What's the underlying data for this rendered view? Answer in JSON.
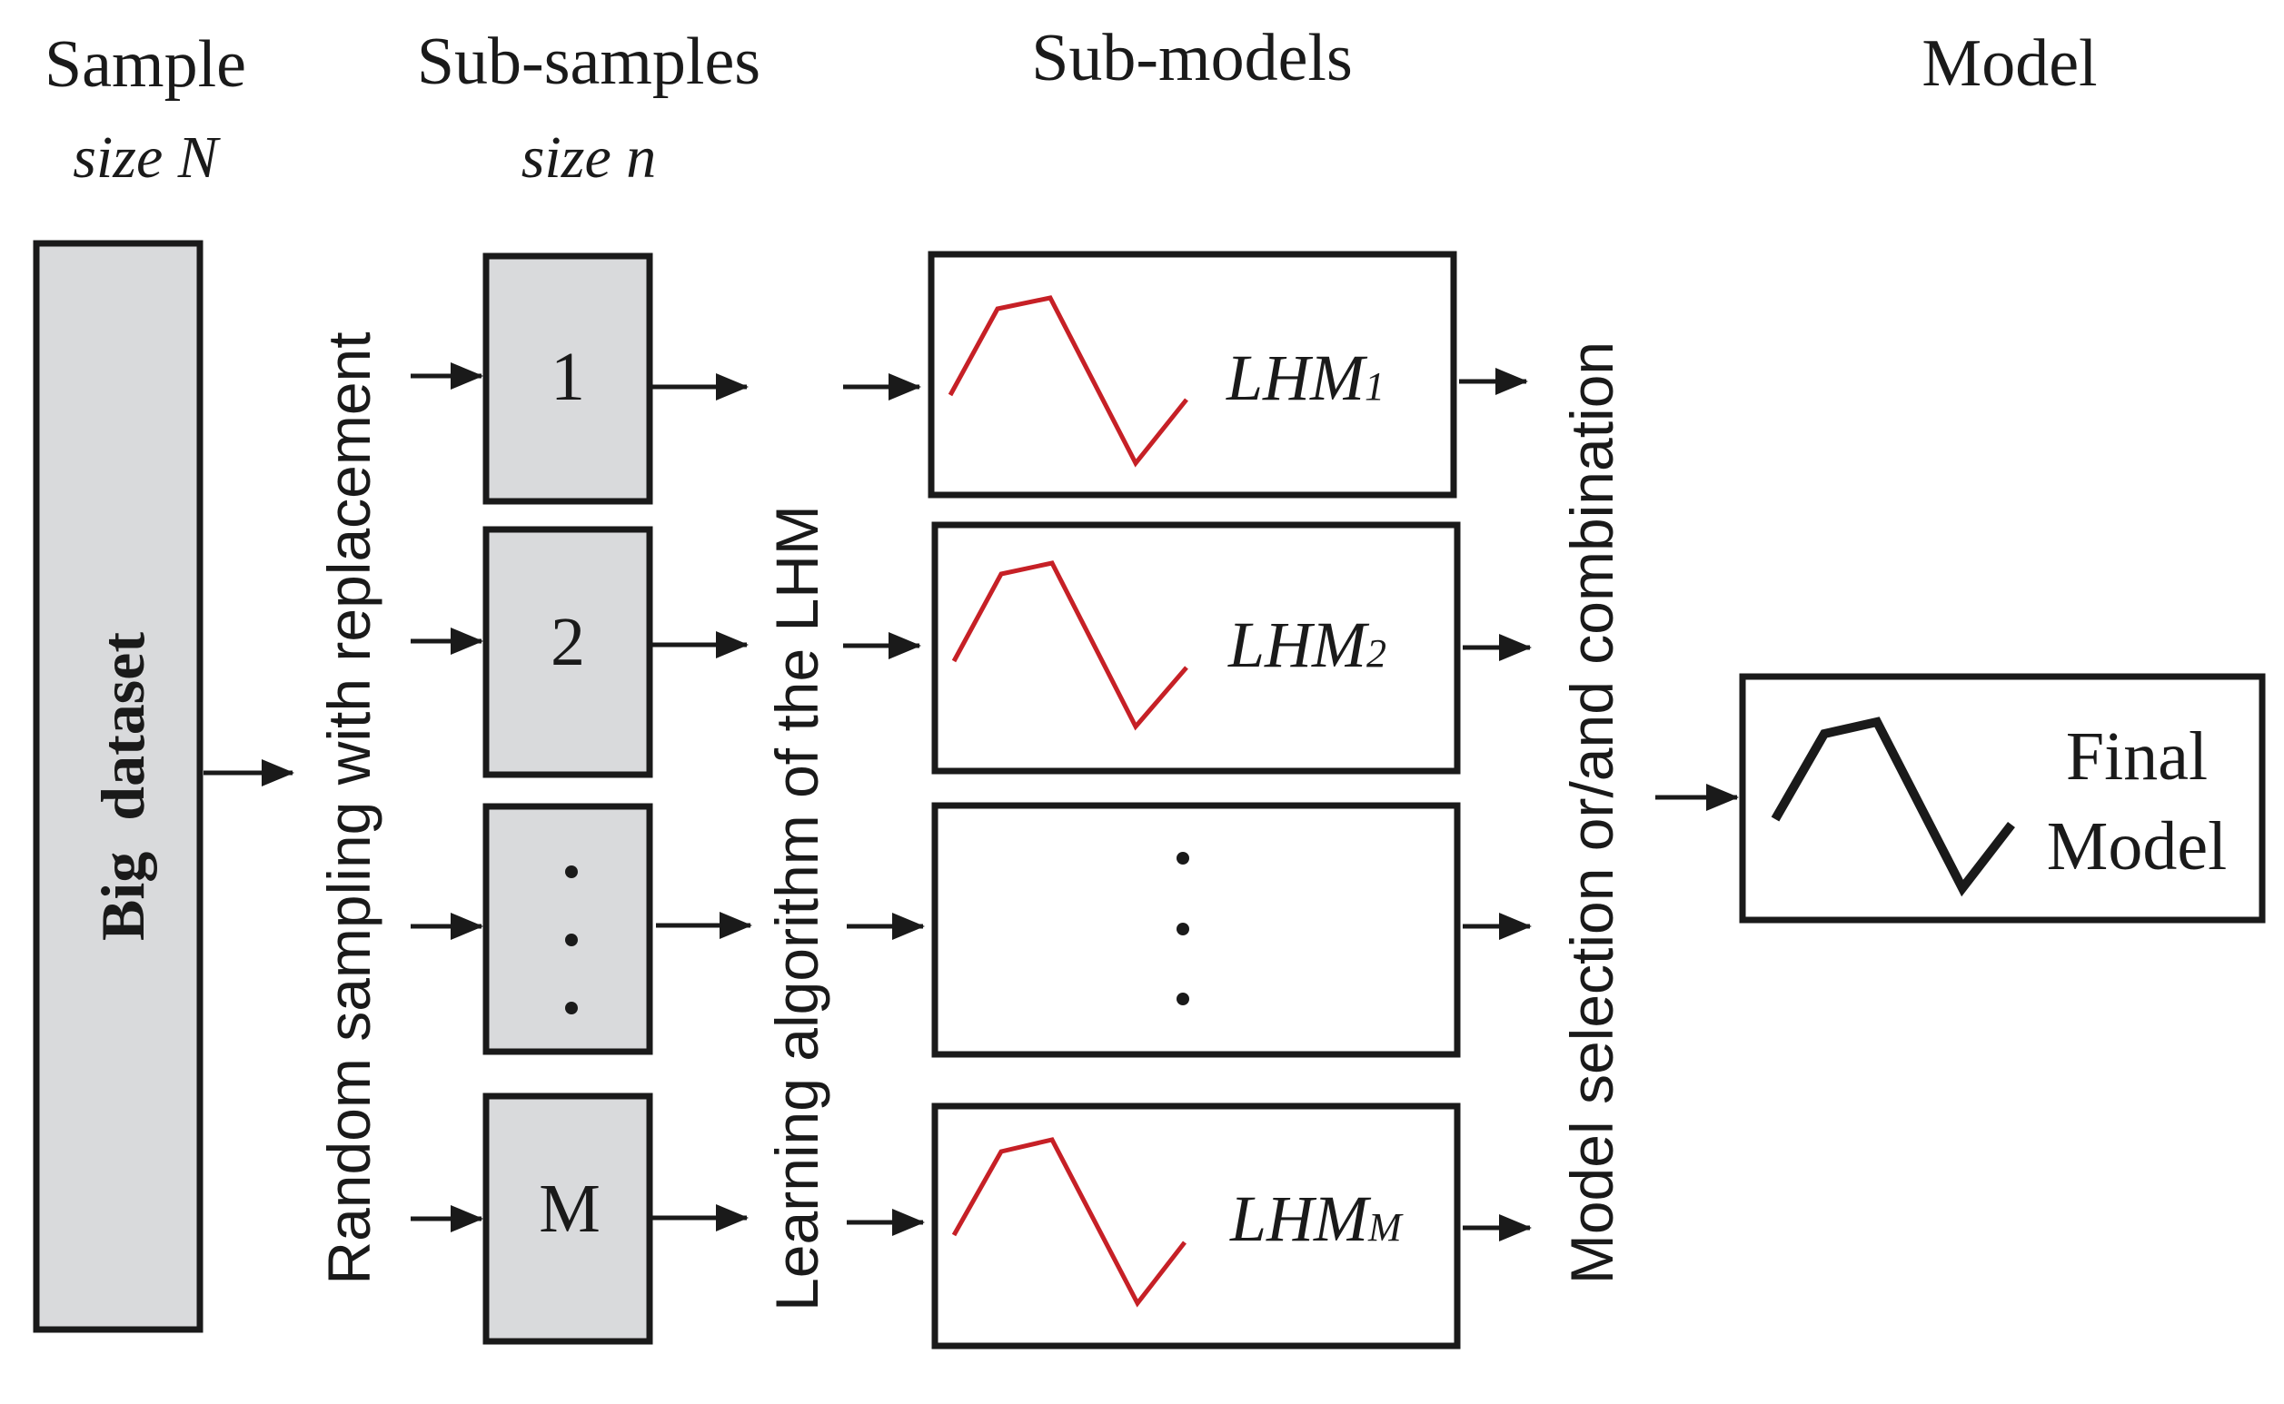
{
  "headers": {
    "sample": "Sample",
    "sample_size": "size N",
    "subsamples": "Sub-samples",
    "subsamples_size": "size n",
    "submodels": "Sub-models",
    "model": "Model"
  },
  "dataset": {
    "label": "Big  dataset",
    "fill": "#d9dadc"
  },
  "process_labels": {
    "sampling": "Random sampling with replacement",
    "learning": "Learning algorithm of the LHM",
    "selection": "Model selection or/and combination"
  },
  "subsamples": [
    {
      "label": "1"
    },
    {
      "label": "2"
    },
    {
      "label": "."
    },
    {
      "label": "M"
    }
  ],
  "submodels": [
    {
      "name": "LHM",
      "subscript": "1"
    },
    {
      "name": "LHM",
      "subscript": "2"
    },
    {
      "name": "",
      "subscript": ""
    },
    {
      "name": "LHM",
      "subscript": "M"
    }
  ],
  "final_model": {
    "line1": "Final",
    "line2": "Model"
  },
  "colors": {
    "sub_model_curve": "#c62026",
    "box_fill": "#d9dadc",
    "stroke": "#1a1a1a"
  }
}
